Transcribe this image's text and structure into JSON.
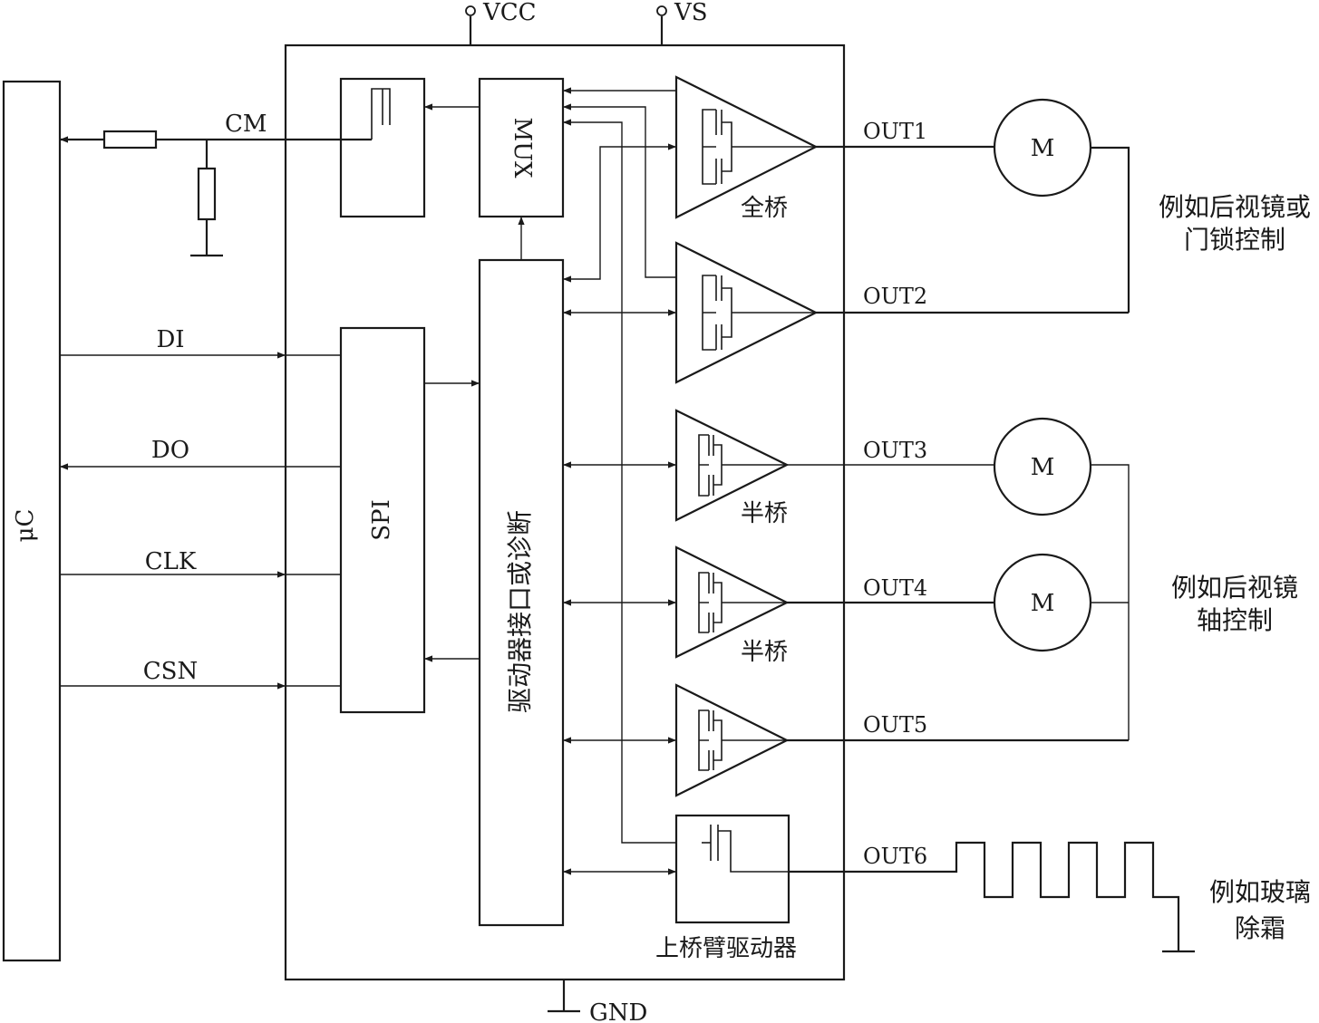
{
  "power": {
    "vcc": "VCC",
    "vs": "VS",
    "gnd": "GND"
  },
  "mcu": {
    "label": "μC"
  },
  "signals": {
    "cm": "CM",
    "di": "DI",
    "do": "DO",
    "clk": "CLK",
    "csn": "CSN"
  },
  "blocks": {
    "mux": "MUX",
    "spi": "SPI",
    "driver_diag": "驱动器接口或诊断",
    "high_side": "上桥臂驱动器"
  },
  "bridges": {
    "full": "全桥",
    "half1": "半桥",
    "half2": "半桥"
  },
  "outputs": [
    "OUT1",
    "OUT2",
    "OUT3",
    "OUT4",
    "OUT5",
    "OUT6"
  ],
  "motor_label": "M",
  "notes": {
    "mirror_lock": [
      "例如后视镜或",
      "门锁控制"
    ],
    "mirror_axis": [
      "例如后视镜",
      "轴控制"
    ],
    "defrost": [
      "例如玻璃",
      "除霜"
    ]
  }
}
